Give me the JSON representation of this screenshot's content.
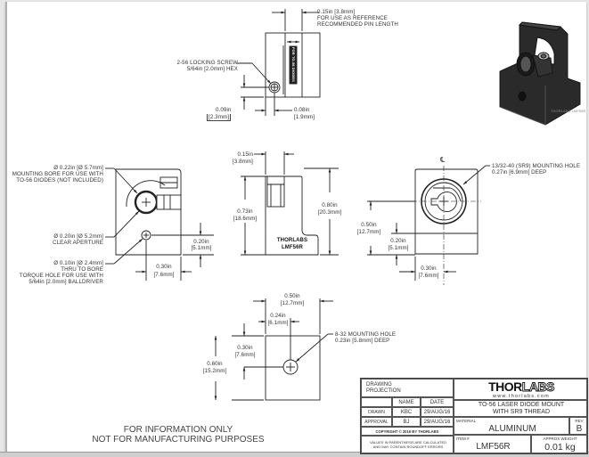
{
  "drawing": {
    "top_view": {
      "pin_dim": "0.15in [3.8mm]",
      "pin_note_1": "FOR USE AS REFERENCE",
      "pin_note_2": "RECOMMENDED PIN LENGTH",
      "screw_label_1": "2-56 LOCKING SCREW",
      "screw_label_2": "5/64in [2.0mm] HEX",
      "dim_left_in": "0.09in",
      "dim_left_mm": "[2.3mm]",
      "dim_right_in": "0.08in",
      "dim_right_mm": "[1.9mm]",
      "engraving": "FOR TO-56 DIODES"
    },
    "front_view": {
      "bore_1": "Ø 0.22in [Ø 5.7mm]",
      "bore_2": "MOUNTING BORE FOR USE WITH",
      "bore_3": "TO-56 DIODES (NOT INCLUDED)",
      "aperture_1": "Ø 0.20in [Ø 5.2mm]",
      "aperture_2": "CLEAR APERTURE",
      "torque_1": "Ø 0.10in [Ø 2.4mm]",
      "torque_2": "THRU TO BORE",
      "torque_3": "TORQUE HOLE FOR USE WITH",
      "torque_4": "5/64in [2.0mm] BALLDRIVER",
      "h_in": "0.20in",
      "h_mm": "[5.1mm]",
      "w_in": "0.30in",
      "w_mm": "[7.6mm]"
    },
    "side_view": {
      "top_in": "0.15in",
      "top_mm": "[3.8mm]",
      "left_in": "0.73in",
      "left_mm": "[18.6mm]",
      "right_in": "0.80in",
      "right_mm": "[20.3mm]",
      "engrave_1": "THORLABS",
      "engrave_2": "LMF56R"
    },
    "rear_view": {
      "centerline": "℄",
      "hole_1": "13/32-40 (SR9) MOUNTING HOLE",
      "hole_2": "0.27in [6.9mm] DEEP",
      "h1_in": "0.50in",
      "h1_mm": "[12.7mm]",
      "h2_in": "0.20in",
      "h2_mm": "[5.1mm]",
      "w_in": "0.30in",
      "w_mm": "[7.6mm]"
    },
    "bottom_view": {
      "w_in": "0.50in",
      "w_mm": "[12.7mm]",
      "x_in": "0.24in",
      "x_mm": "[6.1mm]",
      "y_in": "0.30in",
      "y_mm": "[7.6mm]",
      "h_in": "0.60in",
      "h_mm": "[15.2mm]",
      "hole_1": "8-32 MOUNTING HOLE",
      "hole_2": "0.23in [5.8mm] DEEP"
    },
    "isometric": {
      "engrave": "THORLABS LMF56R"
    }
  },
  "disclaimer": {
    "line1": "FOR INFORMATION ONLY",
    "line2": "NOT FOR MANUFACTURING PURPOSES"
  },
  "title_block": {
    "projection_label_1": "DRAWING",
    "projection_label_2": "PROJECTION",
    "col_name": "NAME",
    "col_date": "DATE",
    "drawn_label": "DRAWN",
    "drawn_name": "KBC",
    "drawn_date": "29/AUG/16",
    "approval_label": "APPROVAL",
    "approval_name": "BJ",
    "approval_date": "29/AUG/16",
    "copyright": "COPYRIGHT © 2016 BY THORLABS",
    "values_note_1": "VALUES IN PARENTHESIS ARE CALCULATED",
    "values_note_2": "AND MAY CONTAIN ROUNDOFF ERRORS",
    "logo_thor": "THOR",
    "logo_labs": "LABS",
    "website": "www.thorlabs.com",
    "description_1": "TO-56 LASER DIODE MOUNT",
    "description_2": "WITH SR9 THREAD",
    "material_label": "MATERIAL",
    "material": "ALUMINUM",
    "rev_label": "REV",
    "rev": "B",
    "item_label": "ITEM #",
    "item": "LMF56R",
    "weight_label": "APPROX WEIGHT",
    "weight": "0.01 kg"
  },
  "colors": {
    "line": "#222222",
    "text": "#333333",
    "part": "#1a1a1a"
  }
}
